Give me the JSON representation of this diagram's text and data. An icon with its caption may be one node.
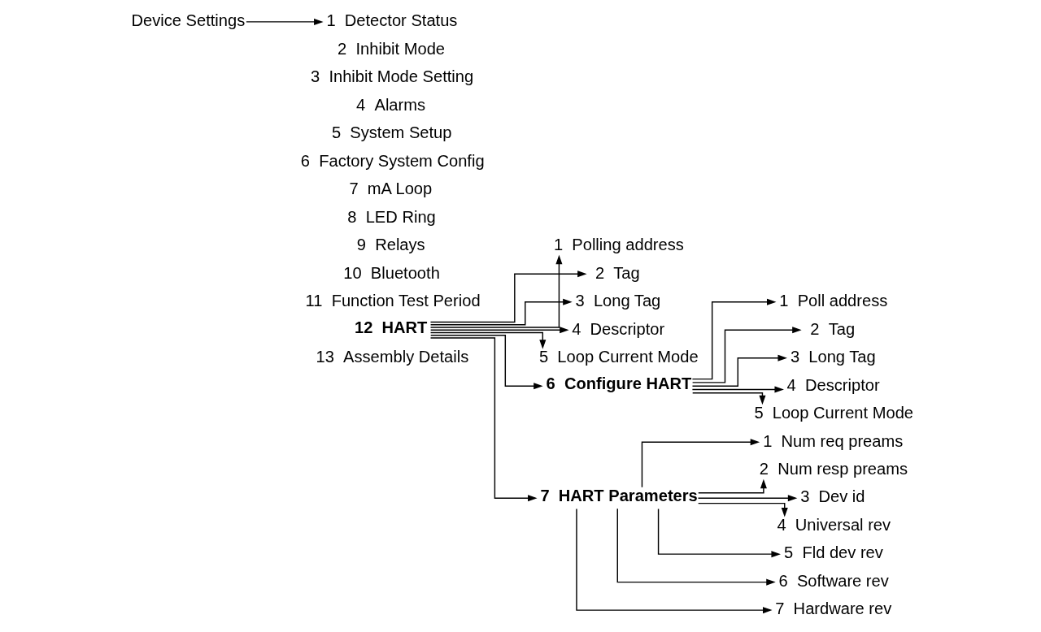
{
  "diagram": {
    "nodes": [
      {
        "text": [
          "Device Settings"
        ]
      },
      {
        "text": [
          "1  Detector Status"
        ]
      },
      {
        "text": [
          "2  Inhibit Mode"
        ]
      },
      {
        "text": [
          "3  Inhibit Mode Setting"
        ]
      },
      {
        "text": [
          "4  Alarms"
        ]
      },
      {
        "text": [
          "5  System Setup"
        ]
      },
      {
        "text": [
          "6  Factory System Config"
        ]
      },
      {
        "text": [
          "7  mA Loop"
        ]
      },
      {
        "text": [
          "8  LED Ring"
        ]
      },
      {
        "text": [
          "9  Relays"
        ]
      },
      {
        "text": [
          "10  Bluetooth"
        ]
      },
      {
        "text": [
          "11  Function Test Period"
        ]
      },
      {
        "text": [
          "12  HART"
        ]
      },
      {
        "text": [
          "13  Assembly Details"
        ]
      },
      {
        "text": [
          "1  Polling address"
        ]
      },
      {
        "text": [
          "2  Tag"
        ]
      },
      {
        "text": [
          "3  Long Tag"
        ]
      },
      {
        "text": [
          "4  Descriptor"
        ]
      },
      {
        "text": [
          "5  Loop Current Mode"
        ]
      },
      {
        "text": [
          "6  Configure HART"
        ]
      },
      {
        "text": [
          "7  HART Parameters"
        ]
      },
      {
        "text": [
          "1  Poll address"
        ]
      },
      {
        "text": [
          "2  Tag"
        ]
      },
      {
        "text": [
          "3  Long Tag"
        ]
      },
      {
        "text": [
          "4  Descriptor"
        ]
      },
      {
        "text": [
          "5  Loop Current Mode"
        ]
      },
      {
        "text": [
          "1  Num req preams"
        ]
      },
      {
        "text": [
          "2  Num resp preams"
        ]
      },
      {
        "text": [
          "3  Dev id"
        ]
      },
      {
        "text": [
          "4  Universal rev"
        ]
      },
      {
        "text": [
          "5  Fld dev rev"
        ]
      },
      {
        "text": [
          "6  Software rev"
        ]
      },
      {
        "text": [
          "7  Hardware rev"
        ]
      }
    ],
    "edges": [
      {
        "from": 0,
        "to": 1,
        "arrow": "to"
      },
      {
        "from": 12,
        "to": 14,
        "arrow": "to"
      },
      {
        "from": 12,
        "to": 15,
        "arrow": "to"
      },
      {
        "from": 12,
        "to": 16,
        "arrow": "to"
      },
      {
        "from": 12,
        "to": 17,
        "arrow": "to"
      },
      {
        "from": 12,
        "to": 18,
        "arrow": "to"
      },
      {
        "from": 12,
        "to": 19,
        "arrow": "to"
      },
      {
        "from": 12,
        "to": 20,
        "arrow": "to"
      },
      {
        "from": 19,
        "to": 21,
        "arrow": "to"
      },
      {
        "from": 19,
        "to": 22,
        "arrow": "to"
      },
      {
        "from": 19,
        "to": 23,
        "arrow": "to"
      },
      {
        "from": 19,
        "to": 24,
        "arrow": "to"
      },
      {
        "from": 19,
        "to": 25,
        "arrow": "to"
      },
      {
        "from": 20,
        "to": 26,
        "arrow": "to"
      },
      {
        "from": 20,
        "to": 27,
        "arrow": "to"
      },
      {
        "from": 20,
        "to": 28,
        "arrow": "to"
      },
      {
        "from": 20,
        "to": 29,
        "arrow": "to"
      },
      {
        "from": 20,
        "to": 30,
        "arrow": "to"
      },
      {
        "from": 20,
        "to": 31,
        "arrow": "to"
      },
      {
        "from": 20,
        "to": 32,
        "arrow": "to"
      }
    ]
  }
}
